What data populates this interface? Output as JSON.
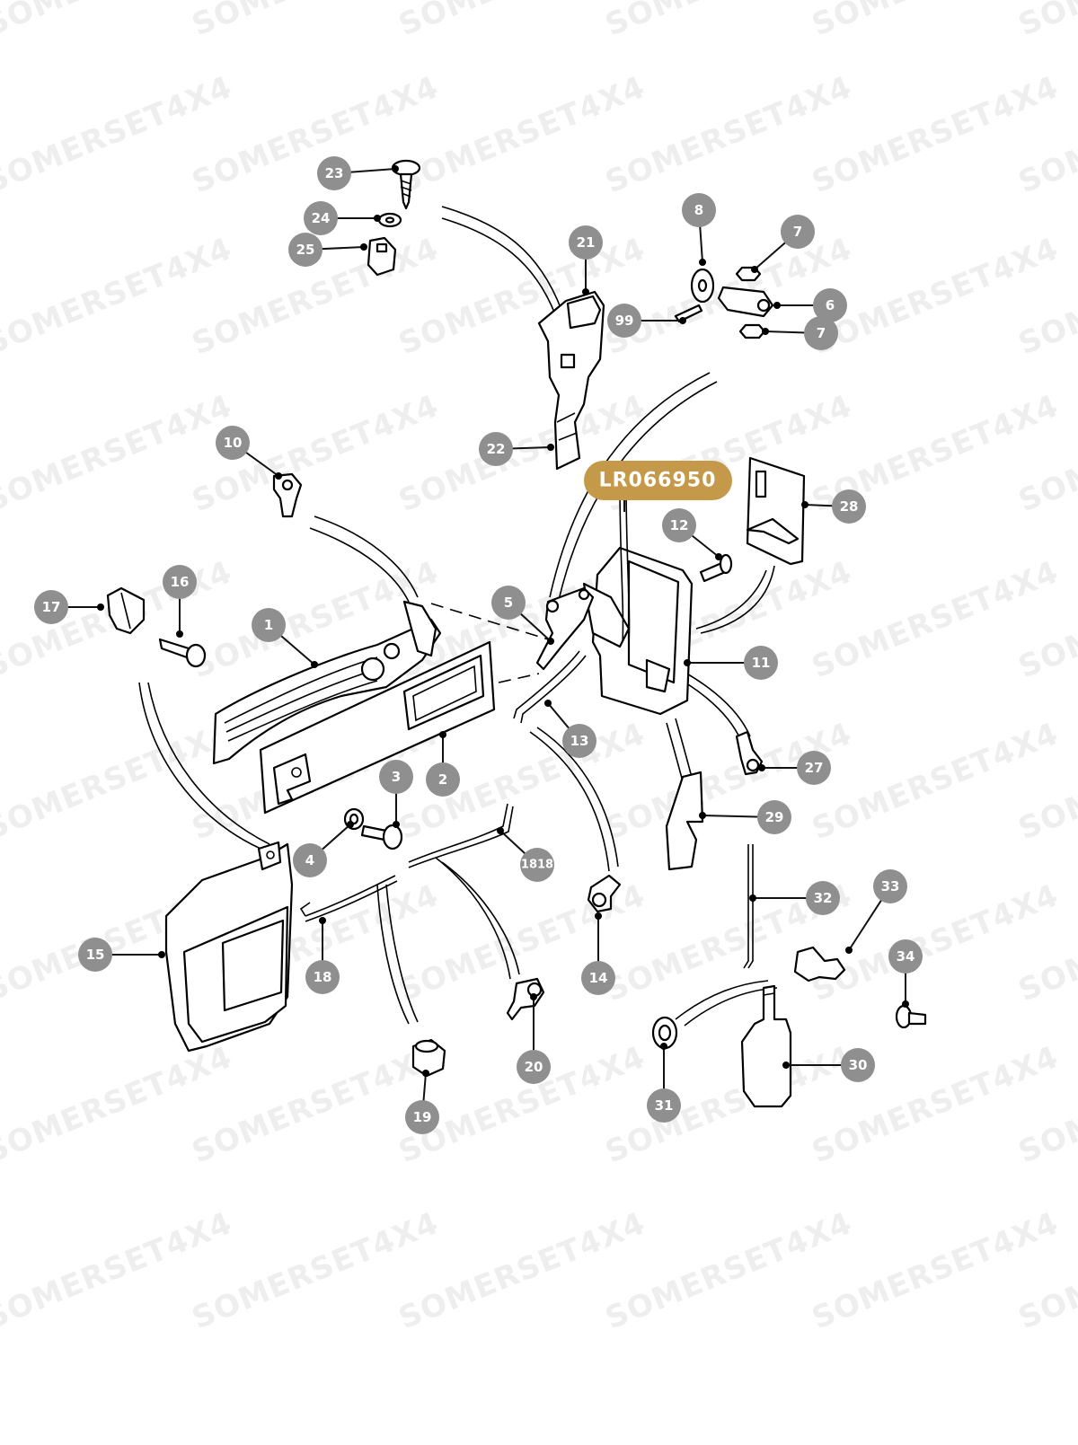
{
  "diagram": {
    "watermark_text": "SOMERSET4X4",
    "highlight_part_number": "LR066950",
    "callout_color": "#c49a4a",
    "badge_color": "#8f8f8f",
    "labels": [
      "23",
      "24",
      "25",
      "21",
      "8",
      "7",
      "6",
      "7",
      "99",
      "22",
      "10",
      "28",
      "12",
      "5",
      "17",
      "16",
      "1",
      "11",
      "13",
      "27",
      "3",
      "2",
      "29",
      "4",
      "1818",
      "32",
      "33",
      "15",
      "18",
      "14",
      "34",
      "20",
      "30",
      "31",
      "19"
    ]
  }
}
